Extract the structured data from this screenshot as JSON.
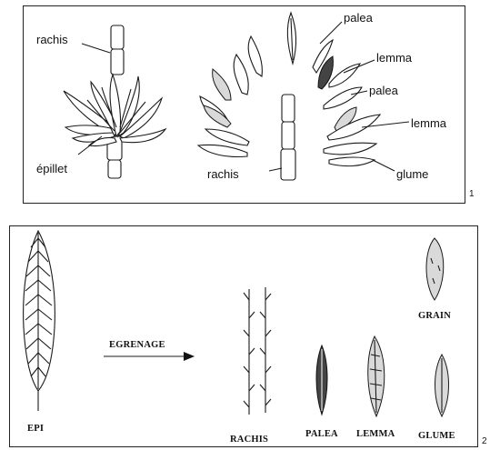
{
  "figure1": {
    "number": "1",
    "labels": {
      "rachis_top": "rachis",
      "epillet": "épillet",
      "rachis_bottom": "rachis",
      "palea_1": "palea",
      "lemma_1": "lemma",
      "palea_2": "palea",
      "lemma_2": "lemma",
      "glume": "glume"
    }
  },
  "figure2": {
    "number": "2",
    "labels": {
      "epi": "EPI",
      "egrenage": "EGRENAGE",
      "rachis": "RACHIS",
      "palea": "PALEA",
      "lemma": "LEMMA",
      "glume": "GLUME",
      "grain": "GRAIN"
    }
  }
}
